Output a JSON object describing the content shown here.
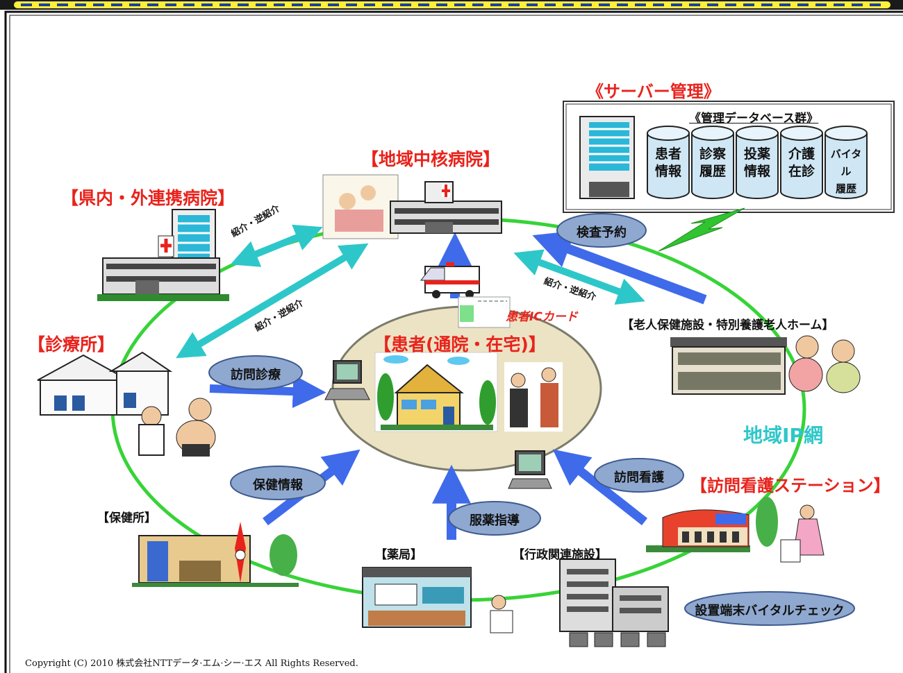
{
  "server": {
    "title": "《サーバー管理》",
    "db_group_title": "《管理データベース群》",
    "databases": [
      {
        "line1": "患者",
        "line2": "情報"
      },
      {
        "line1": "診察",
        "line2": "履歴"
      },
      {
        "line1": "投薬",
        "line2": "情報"
      },
      {
        "line1": "介護",
        "line2": "在診"
      },
      {
        "line1": "バイタル",
        "line2": "履歴"
      }
    ]
  },
  "facilities": {
    "core_hospital": "【地域中核病院】",
    "partner_hospital": "【県内・外連携病院】",
    "clinic": "【診療所】",
    "patient": "【患者(通院・在宅)】",
    "elderly_facility": "【老人保健施設・特別養護老人ホーム】",
    "nursing_station": "【訪問看護ステーション】",
    "health_center": "【保健所】",
    "pharmacy": "【薬局】",
    "admin_facility": "【行政関連施設】"
  },
  "flows": {
    "referral_1": "紹介・逆紹介",
    "referral_2": "紹介・逆紹介",
    "referral_3": "紹介・逆紹介",
    "exam_booking": "検査予約",
    "home_visit_care": "訪問診療",
    "health_info": "保健情報",
    "medication_guidance": "服薬指導",
    "visit_nursing": "訪問看護",
    "terminal_vital": "設置端末バイタルチェック",
    "ic_card": "患者ICカード",
    "network": "地域IP網"
  },
  "footer": {
    "copyright": "Copyright (C) 2010 株式会社NTTデータ·エム·シー·エス All Rights Reserved."
  },
  "colors": {
    "title_red": "#e8231c",
    "ring_green": "#37d337",
    "arrow_blue": "#3f6bea",
    "arrow_cyan": "#2ec7c9",
    "oval_fill": "#8fa8cf",
    "ellipse_fill": "#ece3c4"
  }
}
